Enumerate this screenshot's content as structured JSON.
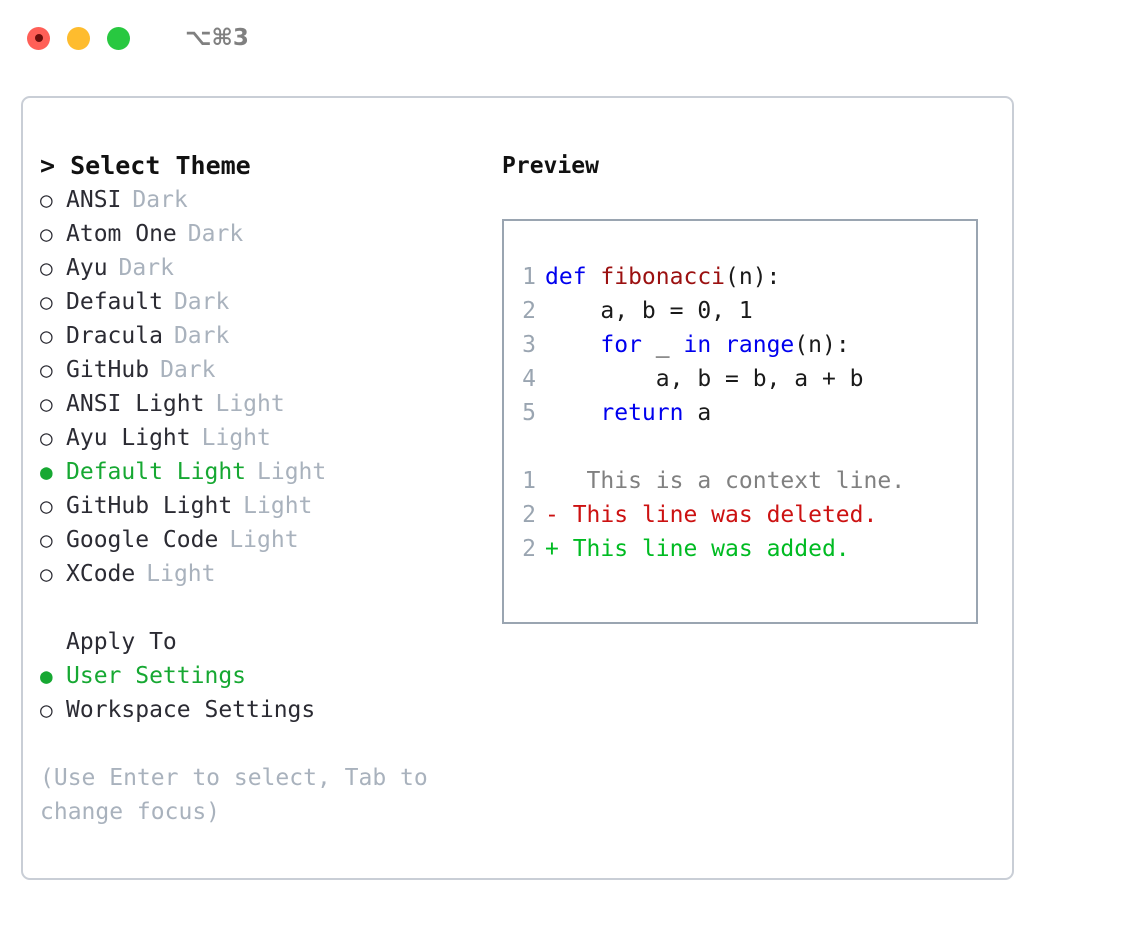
{
  "titlebar": {
    "shortcut": "⌥⌘3",
    "buttons": [
      "close",
      "minimize",
      "maximize"
    ]
  },
  "theme_picker": {
    "header": "> Select Theme",
    "marker_unselected": "○",
    "marker_selected": "●",
    "selected_accent": "#16a832",
    "items": [
      {
        "label": "ANSI",
        "category": "Dark",
        "selected": false
      },
      {
        "label": "Atom One",
        "category": "Dark",
        "selected": false
      },
      {
        "label": "Ayu",
        "category": "Dark",
        "selected": false
      },
      {
        "label": "Default",
        "category": "Dark",
        "selected": false
      },
      {
        "label": "Dracula",
        "category": "Dark",
        "selected": false
      },
      {
        "label": "GitHub",
        "category": "Dark",
        "selected": false
      },
      {
        "label": "ANSI Light",
        "category": "Light",
        "selected": false
      },
      {
        "label": "Ayu Light",
        "category": "Light",
        "selected": false
      },
      {
        "label": "Default Light",
        "category": "Light",
        "selected": true
      },
      {
        "label": "GitHub Light",
        "category": "Light",
        "selected": false
      },
      {
        "label": "Google Code",
        "category": "Light",
        "selected": false
      },
      {
        "label": "XCode",
        "category": "Light",
        "selected": false
      }
    ]
  },
  "apply_to": {
    "header": "Apply To",
    "items": [
      {
        "label": "User Settings",
        "selected": true
      },
      {
        "label": "Workspace Settings",
        "selected": false
      }
    ]
  },
  "hint": "(Use Enter to select, Tab to\nchange focus)",
  "preview": {
    "title": "Preview",
    "code_lines": [
      {
        "no": "1",
        "segments": [
          {
            "t": "def ",
            "c": "kw"
          },
          {
            "t": "fibonacci",
            "c": "fn"
          },
          {
            "t": "(n):",
            "c": "code-text"
          }
        ]
      },
      {
        "no": "2",
        "segments": [
          {
            "t": "    a, b = 0, 1",
            "c": "code-text"
          }
        ]
      },
      {
        "no": "3",
        "segments": [
          {
            "t": "    ",
            "c": "code-text"
          },
          {
            "t": "for",
            "c": "kw"
          },
          {
            "t": " _ ",
            "c": "code-text"
          },
          {
            "t": "in",
            "c": "kw"
          },
          {
            "t": " ",
            "c": "code-text"
          },
          {
            "t": "range",
            "c": "kw"
          },
          {
            "t": "(n):",
            "c": "code-text"
          }
        ]
      },
      {
        "no": "4",
        "segments": [
          {
            "t": "        a, b = b, a + b",
            "c": "code-text"
          }
        ]
      },
      {
        "no": "5",
        "segments": [
          {
            "t": "    ",
            "c": "code-text"
          },
          {
            "t": "return",
            "c": "kw"
          },
          {
            "t": " a",
            "c": "code-text"
          }
        ]
      }
    ],
    "diff_lines": [
      {
        "no": "1",
        "marker": " ",
        "text": "  This is a context line.",
        "c": "ctx"
      },
      {
        "no": "2",
        "marker": "-",
        "text": " This line was deleted.",
        "c": "del"
      },
      {
        "no": "2",
        "marker": "+",
        "text": " This line was added.",
        "c": "add"
      }
    ]
  }
}
